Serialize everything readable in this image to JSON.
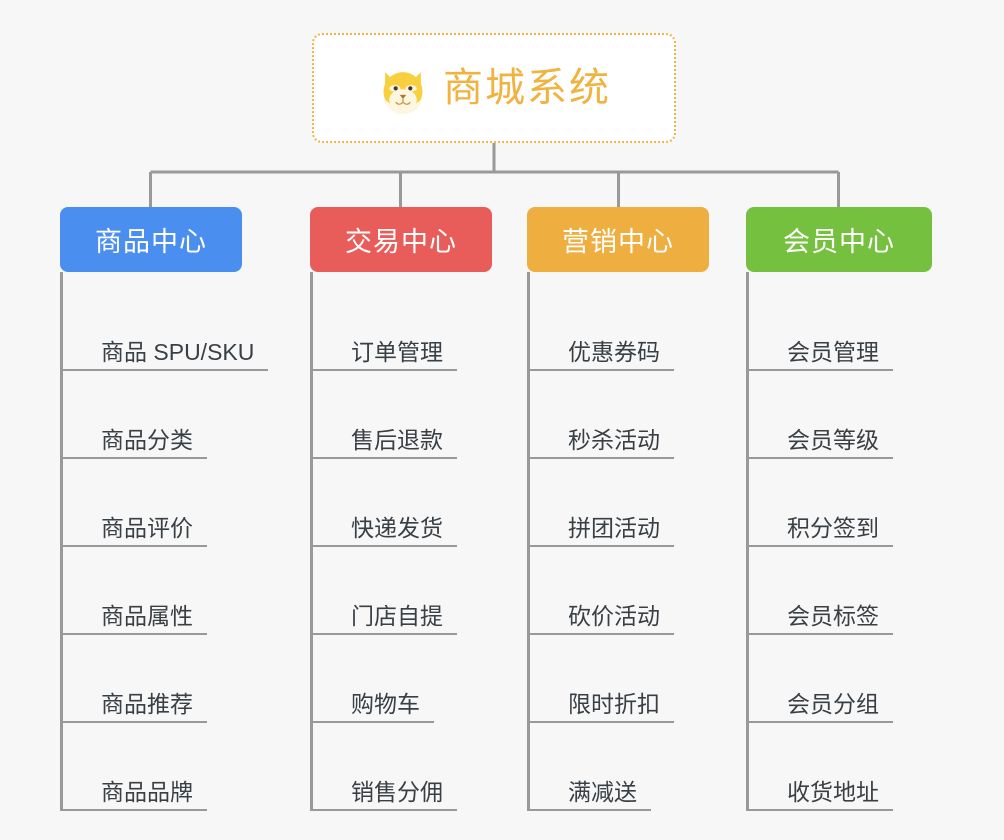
{
  "root": {
    "title": "商城系统",
    "icon": "shiba-dog-face-icon",
    "border_color": "#f0b445",
    "text_color": "#f0b33f",
    "background": "#ffffff"
  },
  "canvas": {
    "background": "#f7f7f7",
    "line_color": "#999999"
  },
  "columns": [
    {
      "label": "商品中心",
      "color": "#4a8ef0",
      "items": [
        "商品 SPU/SKU",
        "商品分类",
        "商品评价",
        "商品属性",
        "商品推荐",
        "商品品牌"
      ]
    },
    {
      "label": "交易中心",
      "color": "#e85d5a",
      "items": [
        "订单管理",
        "售后退款",
        "快递发货",
        "门店自提",
        "购物车",
        "销售分佣"
      ]
    },
    {
      "label": "营销中心",
      "color": "#eeae40",
      "items": [
        "优惠券码",
        "秒杀活动",
        "拼团活动",
        "砍价活动",
        "限时折扣",
        "满减送"
      ]
    },
    {
      "label": "会员中心",
      "color": "#76c040",
      "items": [
        "会员管理",
        "会员等级",
        "积分签到",
        "会员标签",
        "会员分组",
        "收货地址"
      ]
    }
  ]
}
